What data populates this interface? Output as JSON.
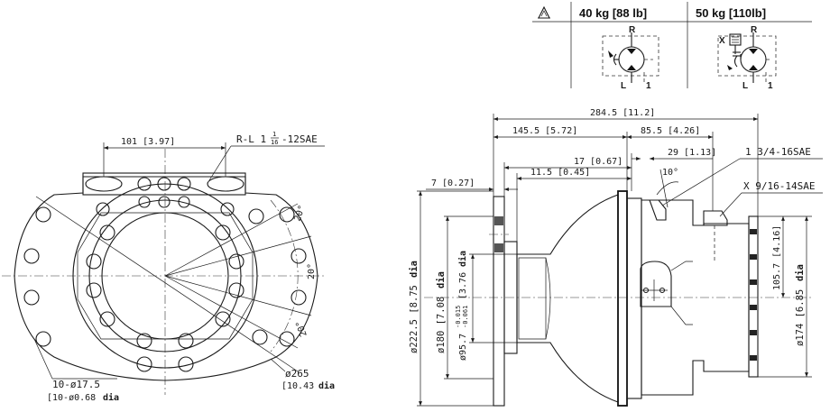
{
  "header_table": {
    "weight_1": "40 kg [88 lb]",
    "weight_2": "50 kg [110lb]",
    "port_r": "R",
    "port_l": "L",
    "port_1": "1",
    "port_x": "X"
  },
  "left_view": {
    "dim_port_spacing": "101 [3.97]",
    "port_thread_prefix": "R-L 1",
    "port_thread_frac_num": "1",
    "port_thread_frac_den": "16",
    "port_thread_suffix": "-12SAE",
    "angle_1": "20°",
    "angle_2": "20°",
    "angle_3": "20°",
    "holes_mm": "10-ø17.5",
    "holes_in": "[10-ø0.68",
    "holes_in_dia": "dia",
    "bolt_circle_mm": "ø265",
    "bolt_circle_in": "[10.43",
    "bolt_circle_in_dia": "dia"
  },
  "right_view": {
    "dim_overall": "284.5 [11.2]",
    "dim_145": "145.5 [5.72]",
    "dim_85": "85.5 [4.26]",
    "dim_29": "29 [1.13]",
    "dim_17": "17 [0.67]",
    "dim_11": "11.5 [0.45]",
    "dim_7": "7 [0.27]",
    "angle_10": "10°",
    "thread_main": "1 3/4-16SAE",
    "thread_x": "X 9/16-14SAE",
    "dia_222": "ø222.5 [8.75",
    "dia_180": "ø180 [7.08",
    "dia_95_a": "ø95.7",
    "dia_95_tol_top": "-0.015",
    "dia_95_tol_bot": "-0.061",
    "dia_95_b": "[3.76",
    "dia_174": "ø174 [6.85",
    "dim_105": "105.7 [4.16]",
    "dia_word": "dia"
  }
}
